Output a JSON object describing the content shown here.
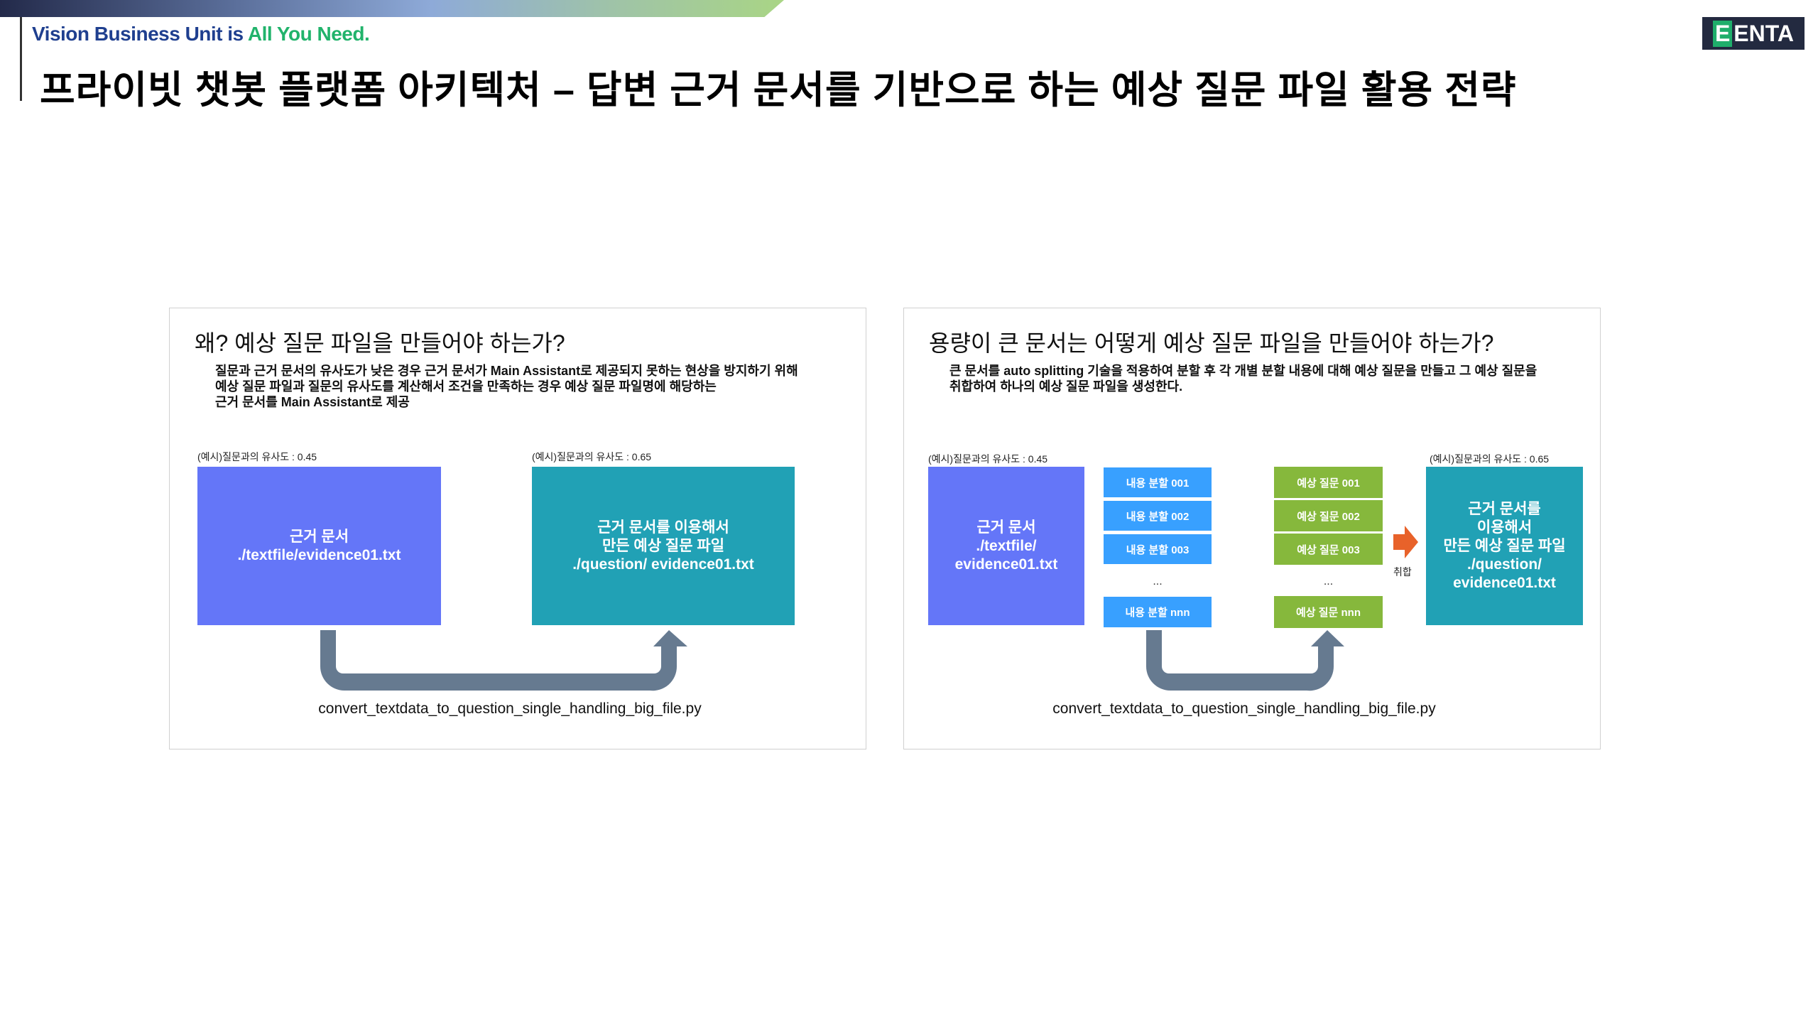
{
  "header": {
    "tagline_prefix": "Vision Business Unit is ",
    "tagline_accent": "All You Need.",
    "title": "프라이빗 챗봇 플랫폼 아키텍처 – 답변 근거 문서를 기반으로 하는 예상 질문 파일 활용 전략",
    "logo_e": "E",
    "logo_text": "ENTA"
  },
  "left_panel": {
    "heading": "왜? 예상 질문 파일을 만들어야 하는가?",
    "body": [
      "질문과 근거 문서의 유사도가 낮은 경우 근거 문서가 Main Assistant로 제공되지 못하는 현상을 방지하기 위해",
      "예상 질문 파일과 질문의 유사도를 계산해서 조건을 만족하는 경우 예상 질문 파일명에 해당하는",
      "근거 문서를 Main Assistant로 제공"
    ],
    "sim_left": "(예시)질문과의 유사도 : 0.45",
    "sim_right": "(예시)질문과의 유사도 : 0.65",
    "box_source": [
      "근거 문서",
      "./textfile/evidence01.txt"
    ],
    "box_question": [
      "근거 문서를 이용해서",
      "만든 예상 질문 파일",
      "./question/ evidence01.txt"
    ],
    "caption": "convert_textdata_to_question_single_handling_big_file.py"
  },
  "right_panel": {
    "heading": "용량이 큰 문서는 어떻게 예상 질문 파일을 만들어야 하는가?",
    "body": [
      "큰 문서를 auto splitting 기술을 적용하여 분할 후 각 개별 분할 내용에 대해 예상 질문을 만들고 그 예상 질문을",
      "취합하여 하나의 예상 질문 파일을 생성한다."
    ],
    "sim_left": "(예시)질문과의 유사도 : 0.45",
    "sim_right": "(예시)질문과의 유사도 : 0.65",
    "box_source": [
      "근거 문서",
      "./textfile/",
      "evidence01.txt"
    ],
    "splits": [
      "내용 분할 001",
      "내용 분할 002",
      "내용 분할 003",
      "내용 분할 nnn"
    ],
    "questions": [
      "예상 질문 001",
      "예상 질문 002",
      "예상 질문 003",
      "예상 질문 nnn"
    ],
    "ellipsis": "...",
    "merge_label": "취합",
    "box_question": [
      "근거 문서를",
      "이용해서",
      "만든 예상 질문 파일",
      "./question/",
      "evidence01.txt"
    ],
    "caption": "convert_textdata_to_question_single_handling_big_file.py"
  },
  "colors": {
    "source": "#6476f8",
    "question": "#21a1b5",
    "split": "#38a0ff",
    "expected": "#86b83c",
    "merge_arrow": "#e8622a",
    "flow_arrow": "#667a90"
  }
}
